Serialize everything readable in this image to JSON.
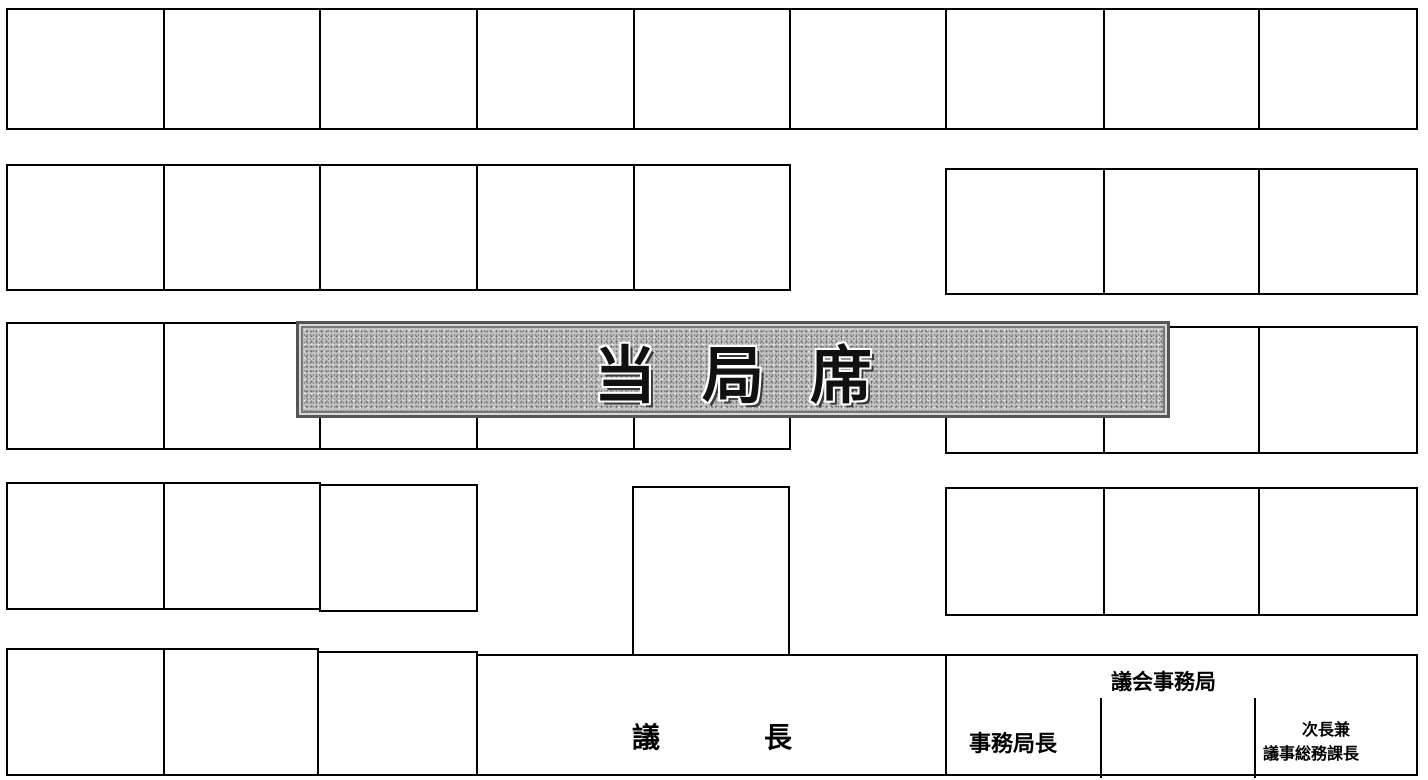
{
  "banner": {
    "title": "当局席"
  },
  "secretariat": {
    "group_label": "議会事務局",
    "director": "事務局長",
    "deputy_line1": "次長兼",
    "deputy_line2": "議事総務課長"
  },
  "chair": {
    "char1": "議",
    "char2": "長"
  }
}
